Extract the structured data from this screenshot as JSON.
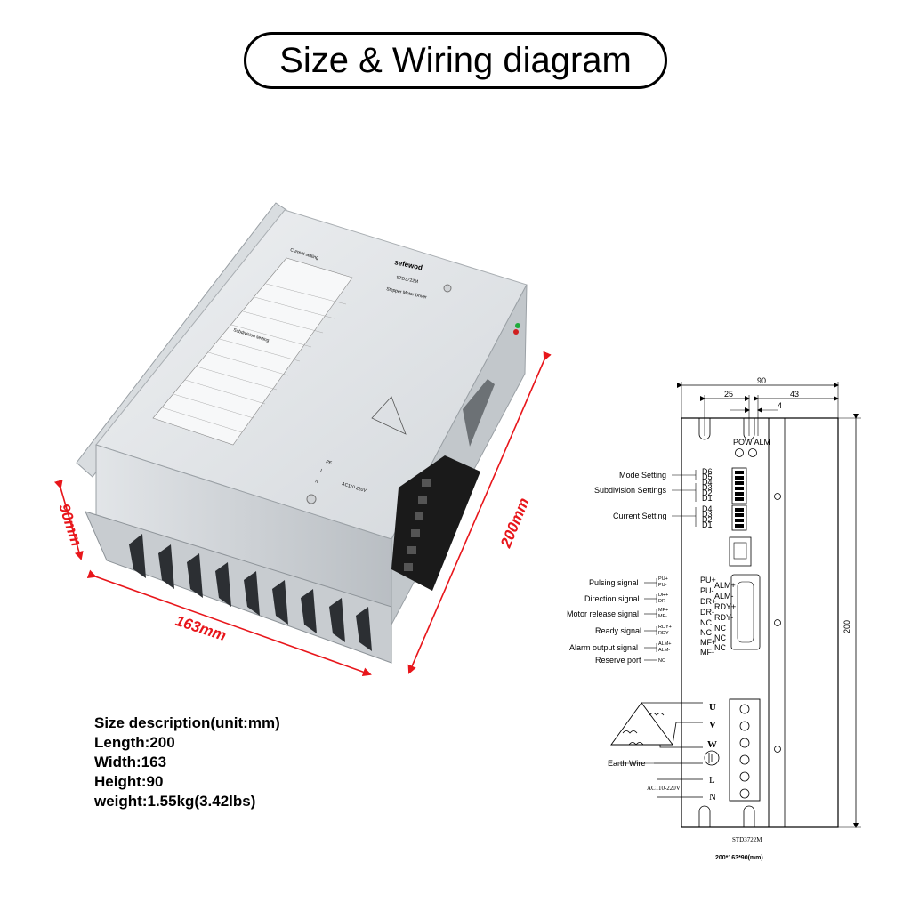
{
  "title": "Size & Wiring diagram",
  "photo": {
    "brand": "sefewod",
    "model": "STD3722M",
    "subtitle": "Stepper Motor Driver",
    "panel_headers": [
      "Current setting",
      "Subdivision setting"
    ],
    "terminal_labels": [
      "PE",
      "L",
      "N"
    ],
    "ac_input": "AC110-220V",
    "dims": {
      "height": "90mm",
      "width": "163mm",
      "length": "200mm"
    }
  },
  "spec": {
    "heading": "Size description(unit:mm)",
    "length": "Length:200",
    "width": "Width:163",
    "height": "Height:90",
    "weight": "weight:1.55kg(3.42lbs)"
  },
  "drawing": {
    "dim_top": "90",
    "dim_25": "25",
    "dim_43": "43",
    "dim_4": "4",
    "dim_side": "200",
    "leds": "POW  ALM",
    "left_labels": [
      "Mode Setting",
      "Subdivision Settings",
      "Current Setting",
      "Pulsing signal",
      "Direction signal",
      "Motor release signal",
      "Ready signal",
      "Alarm output signal",
      "Reserve port"
    ],
    "signal_pins": [
      "PU+",
      "PU-",
      "DR+",
      "DR-",
      "MF+",
      "MF-",
      "RDY+",
      "RDY-",
      "ALM+",
      "ALM-",
      "NC"
    ],
    "dip_top": [
      "D6",
      "D5",
      "D4",
      "D3",
      "D2",
      "D1"
    ],
    "dip_bottom": [
      "D4",
      "D3",
      "D2",
      "D1"
    ],
    "db_left": [
      "PU+",
      "PU-",
      "DR+",
      "DR-",
      "NC",
      "NC",
      "MF+",
      "MF-"
    ],
    "db_right": [
      "ALM+",
      "ALM-",
      "RDY+",
      "RDY-",
      "NC",
      "NC",
      "NC"
    ],
    "terminals": [
      "U",
      "V",
      "W",
      "",
      "L",
      "N"
    ],
    "earth_wire": "Earth Wire",
    "ac_input": "AC110-220V",
    "model": "STD3722M",
    "size_note": "200*163*90(mm)"
  }
}
